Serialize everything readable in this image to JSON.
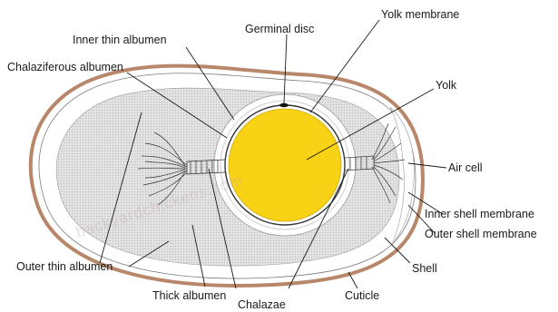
{
  "diagram": {
    "labels": {
      "germinal_disc": "Germinal disc",
      "yolk_membrane": "Yolk membrane",
      "inner_thin_albumen": "Inner thin albumen",
      "chalaziferous_albumen": "Chalaziferous albumen",
      "yolk": "Yolk",
      "air_cell": "Air cell",
      "inner_shell_membrane": "Inner shell membrane",
      "outer_shell_membrane": "Outer shell membrane",
      "shell": "Shell",
      "cuticle": "Cuticle",
      "chalazae": "Chalazae",
      "thick_albumen": "Thick albumen",
      "outer_thin_albumen": "Outer thin albumen"
    },
    "watermark": "backyardchickens.com"
  },
  "colors": {
    "shell": "#b8876a",
    "yolk": "#f7d215",
    "thick_albumen": "#d8d8d8",
    "thin_albumen": "#ffffff",
    "outline": "#1a1a1a"
  }
}
